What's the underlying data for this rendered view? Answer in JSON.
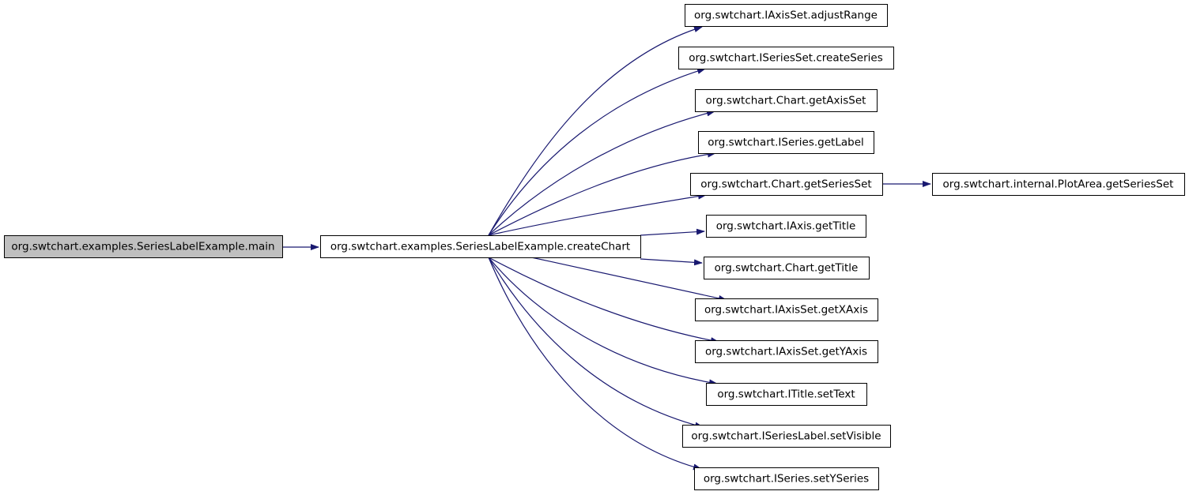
{
  "diagram": {
    "colors": {
      "edge": "#191970",
      "root_fill": "#bfbfbf",
      "node_fill": "#ffffff",
      "border": "#000000"
    },
    "nodes": {
      "main": "org.swtchart.examples.SeriesLabelExample.main",
      "createChart": "org.swtchart.examples.SeriesLabelExample.createChart",
      "adjustRange": "org.swtchart.IAxisSet.adjustRange",
      "createSeries": "org.swtchart.ISeriesSet.createSeries",
      "getAxisSet": "org.swtchart.Chart.getAxisSet",
      "getLabel": "org.swtchart.ISeries.getLabel",
      "getSeriesSet": "org.swtchart.Chart.getSeriesSet",
      "plotGetSeriesSet": "org.swtchart.internal.PlotArea.getSeriesSet",
      "axisGetTitle": "org.swtchart.IAxis.getTitle",
      "chartGetTitle": "org.swtchart.Chart.getTitle",
      "getXAxis": "org.swtchart.IAxisSet.getXAxis",
      "getYAxis": "org.swtchart.IAxisSet.getYAxis",
      "setText": "org.swtchart.ITitle.setText",
      "setVisible": "org.swtchart.ISeriesLabel.setVisible",
      "setYSeries": "org.swtchart.ISeries.setYSeries"
    },
    "edges": [
      {
        "from": "main",
        "to": "createChart"
      },
      {
        "from": "createChart",
        "to": "adjustRange"
      },
      {
        "from": "createChart",
        "to": "createSeries"
      },
      {
        "from": "createChart",
        "to": "getAxisSet"
      },
      {
        "from": "createChart",
        "to": "getLabel"
      },
      {
        "from": "createChart",
        "to": "getSeriesSet"
      },
      {
        "from": "createChart",
        "to": "axisGetTitle"
      },
      {
        "from": "createChart",
        "to": "chartGetTitle"
      },
      {
        "from": "createChart",
        "to": "getXAxis"
      },
      {
        "from": "createChart",
        "to": "getYAxis"
      },
      {
        "from": "createChart",
        "to": "setText"
      },
      {
        "from": "createChart",
        "to": "setVisible"
      },
      {
        "from": "createChart",
        "to": "setYSeries"
      },
      {
        "from": "getSeriesSet",
        "to": "plotGetSeriesSet"
      }
    ]
  }
}
